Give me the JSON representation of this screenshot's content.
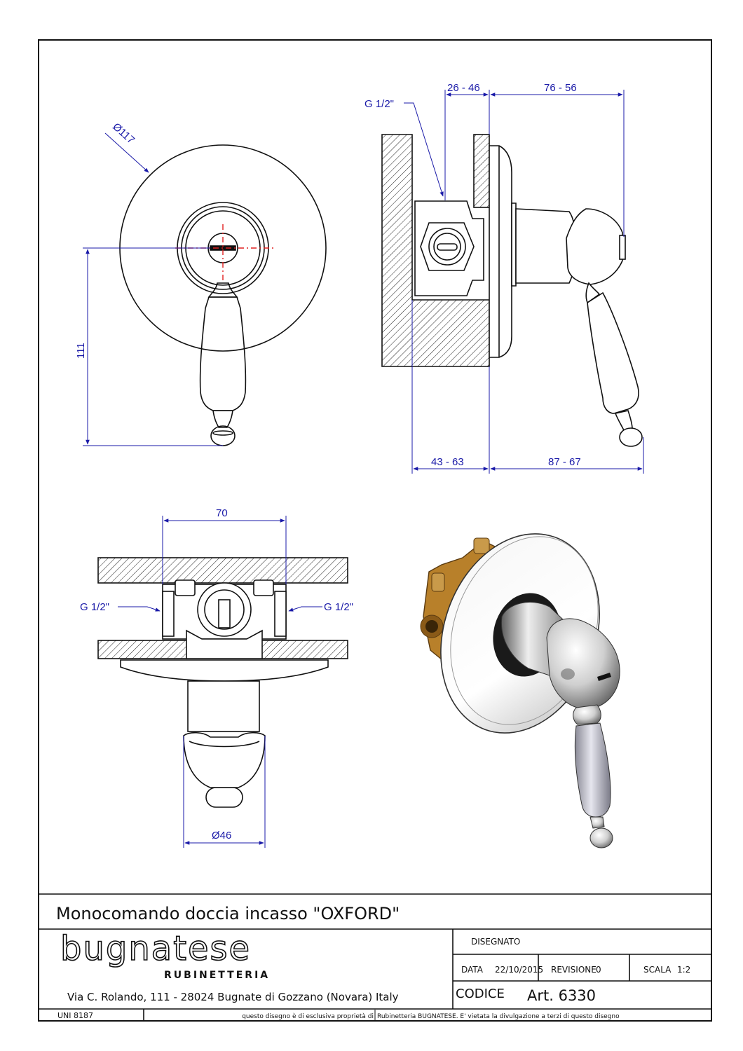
{
  "dimensions": {
    "front_diameter": "Ø117",
    "front_height": "111",
    "side_g_half": "G 1/2\"",
    "side_top_left": "26 - 46",
    "side_top_right": "76 - 56",
    "side_bottom_left": "43 - 63",
    "side_bottom_right": "87 - 67",
    "plan_width": "70",
    "plan_g_left": "G 1/2\"",
    "plan_g_right": "G 1/2\"",
    "plan_diameter": "Ø46"
  },
  "title_block": {
    "product_title": "Monocomando doccia incasso \"OXFORD\"",
    "brand_name": "bugnatese",
    "brand_subtitle": "RUBINETTERIA",
    "address": "Via C. Rolando, 111 - 28024 Bugnate di Gozzano (Novara) Italy",
    "disegnato_label": "DISEGNATO",
    "data_label": "DATA",
    "data_value": "22/10/2015",
    "revisione_label": "REVISIONE",
    "revisione_value": "0",
    "scala_label": "SCALA",
    "scala_value": "1:2",
    "codice_label": "CODICE",
    "codice_value": "Art. 6330",
    "standard": "UNI 8187",
    "disclaimer_left": "questo disegno è di esclusiva proprietà di",
    "disclaimer_right": "Rubinetteria BUGNATESE. E' vietata la divulgazione a terzi di questo disegno"
  },
  "colors": {
    "line": "#111111",
    "dimension": "#1a1aa8",
    "axis": "#e02020",
    "brass": "#b8802a"
  }
}
